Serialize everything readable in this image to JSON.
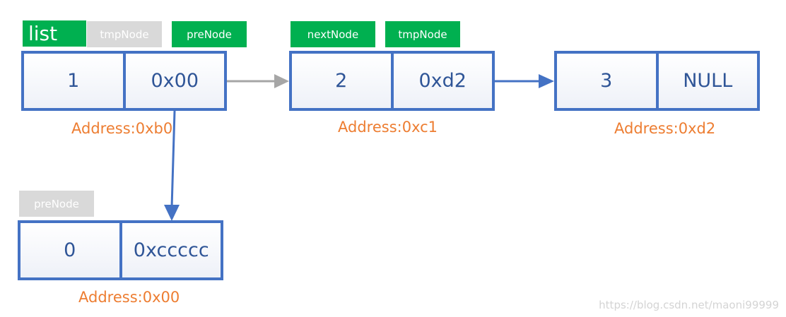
{
  "labels": {
    "list": "list",
    "tmp_node_1": "tmpNode",
    "pre_node_1": "preNode",
    "next_node": "nextNode",
    "tmp_node_2": "tmpNode",
    "pre_node_2": "preNode"
  },
  "nodes": {
    "n1": {
      "value": "1",
      "next": "0x00",
      "address": "Address:0xb0"
    },
    "n2": {
      "value": "2",
      "next": "0xd2",
      "address": "Address:0xc1"
    },
    "n3": {
      "value": "3",
      "next": "NULL",
      "address": "Address:0xd2"
    },
    "n0": {
      "value": "0",
      "next": "0xccccc",
      "address": "Address:0x00"
    }
  },
  "colors": {
    "node_border": "#4472c4",
    "node_text": "#2f5597",
    "address_text": "#ed7d31",
    "tag_green": "#00b050",
    "tag_gray": "#d9d9d9",
    "arrow_blue": "#4472c4",
    "arrow_gray": "#a6a6a6"
  },
  "watermark": "https://blog.csdn.net/maoni99999"
}
